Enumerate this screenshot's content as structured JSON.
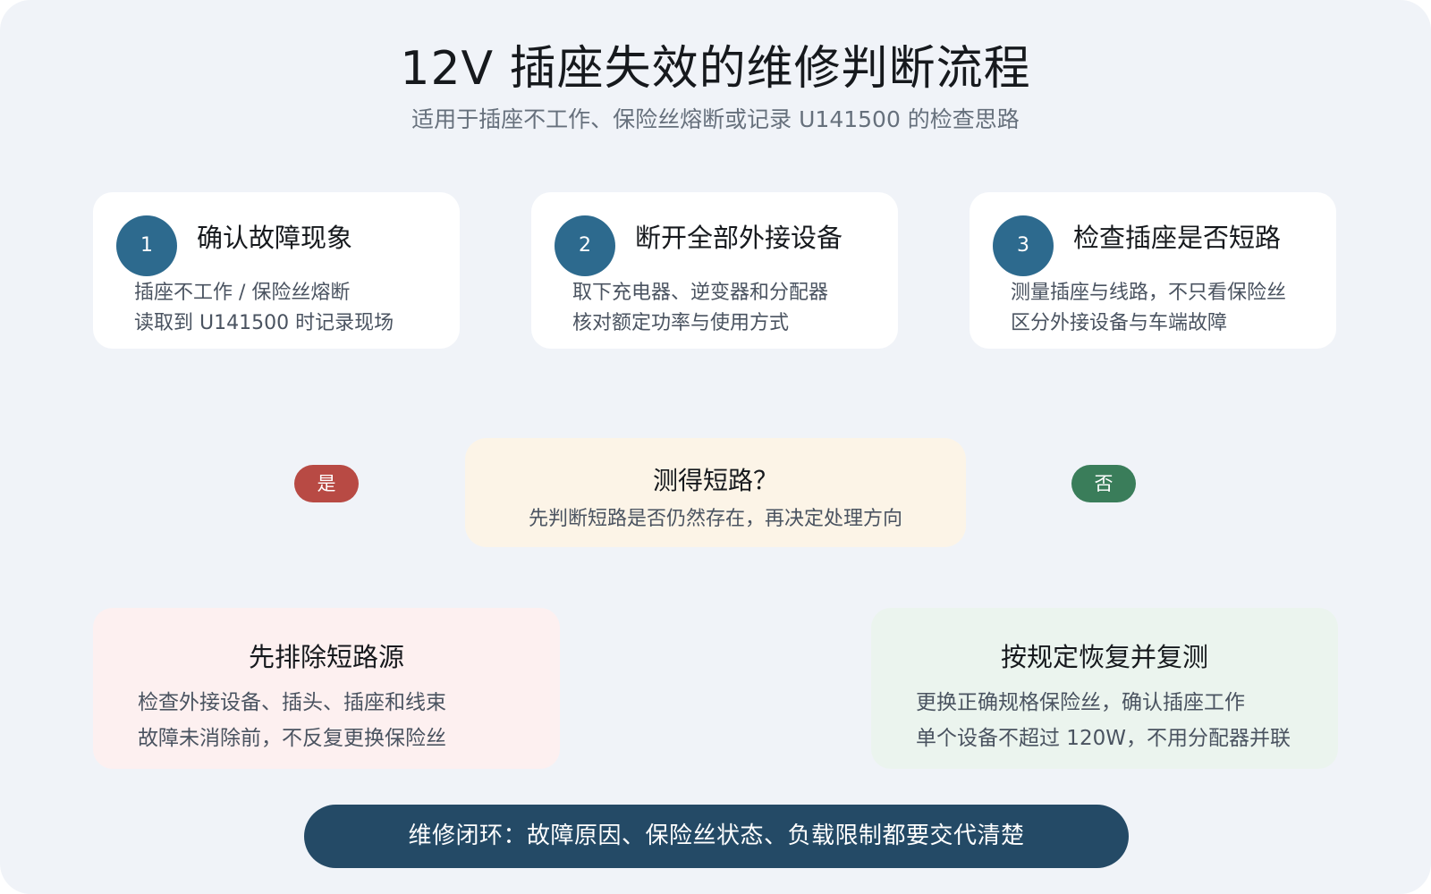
{
  "header": {
    "title": "12V 插座失效的维修判断流程",
    "subtitle": "适用于插座不工作、保险丝熔断或记录 U141500 的检查思路"
  },
  "steps": [
    {
      "number": "1",
      "title": "确认故障现象",
      "lines": [
        "插座不工作 / 保险丝熔断",
        "读取到 U141500 时记录现场"
      ]
    },
    {
      "number": "2",
      "title": "断开全部外接设备",
      "lines": [
        "取下充电器、逆变器和分配器",
        "核对额定功率与使用方式"
      ]
    },
    {
      "number": "3",
      "title": "检查插座是否短路",
      "lines": [
        "测量插座与线路，不只看保险丝",
        "区分外接设备与车端故障"
      ]
    }
  ],
  "decision": {
    "title": "测得短路？",
    "desc": "先判断短路是否仍然存在，再决定处理方向",
    "yes_label": "是",
    "no_label": "否"
  },
  "outcomes": {
    "yes": {
      "title": "先排除短路源",
      "lines": [
        "检查外接设备、插头、插座和线束",
        "故障未消除前，不反复更换保险丝"
      ]
    },
    "no": {
      "title": "按规定恢复并复测",
      "lines": [
        "更换正确规格保险丝，确认插座工作",
        "单个设备不超过 120W，不用分配器并联"
      ]
    }
  },
  "footer": {
    "text": "维修闭环：故障原因、保险丝状态、负载限制都要交代清楚"
  },
  "colors": {
    "background": "#f0f3f8",
    "step_number": "#2d6a8e",
    "yes_badge": "#b84a44",
    "no_badge": "#3a7d5a",
    "decision_fill": "#fcf4e7",
    "yes_fill": "#fdf0f0",
    "no_fill": "#ebf4ee",
    "footer_fill": "#244a66"
  }
}
